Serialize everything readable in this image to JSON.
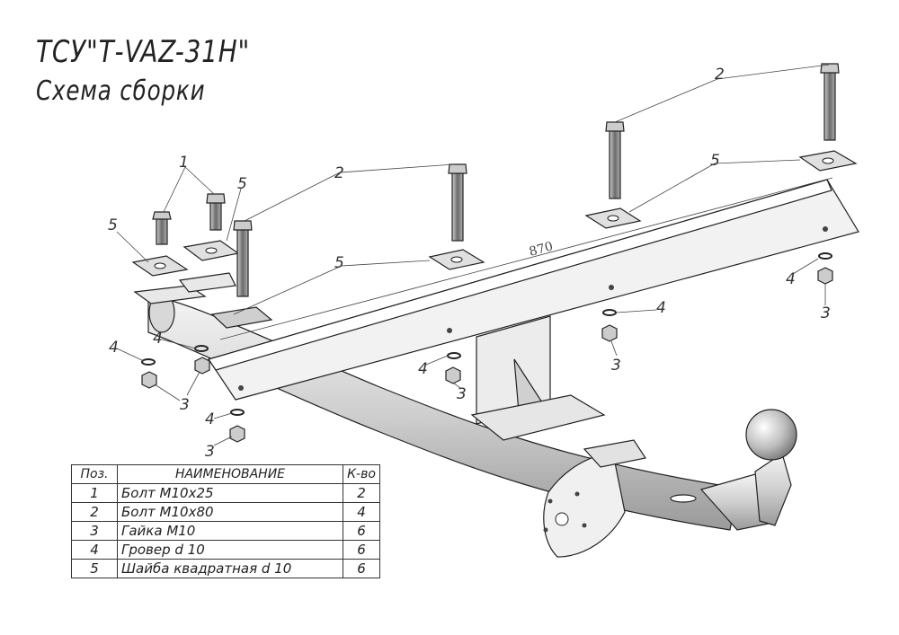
{
  "title": "ТСУ\"Т-VAZ-31H\"",
  "subtitle": "Схема сборки",
  "dimension": "870",
  "callouts": [
    "1",
    "2",
    "3",
    "4",
    "5"
  ],
  "table": {
    "headers": [
      "Поз.",
      "НАИМЕНОВАНИЕ",
      "К-во"
    ],
    "rows": [
      {
        "pos": "1",
        "name": "Болт М10х25",
        "qty": "2"
      },
      {
        "pos": "2",
        "name": "Болт М10х80",
        "qty": "4"
      },
      {
        "pos": "3",
        "name": "Гайка М10",
        "qty": "6"
      },
      {
        "pos": "4",
        "name": "Гровер d 10",
        "qty": "6"
      },
      {
        "pos": "5",
        "name": "Шайба квадратная d 10",
        "qty": "6"
      }
    ]
  }
}
